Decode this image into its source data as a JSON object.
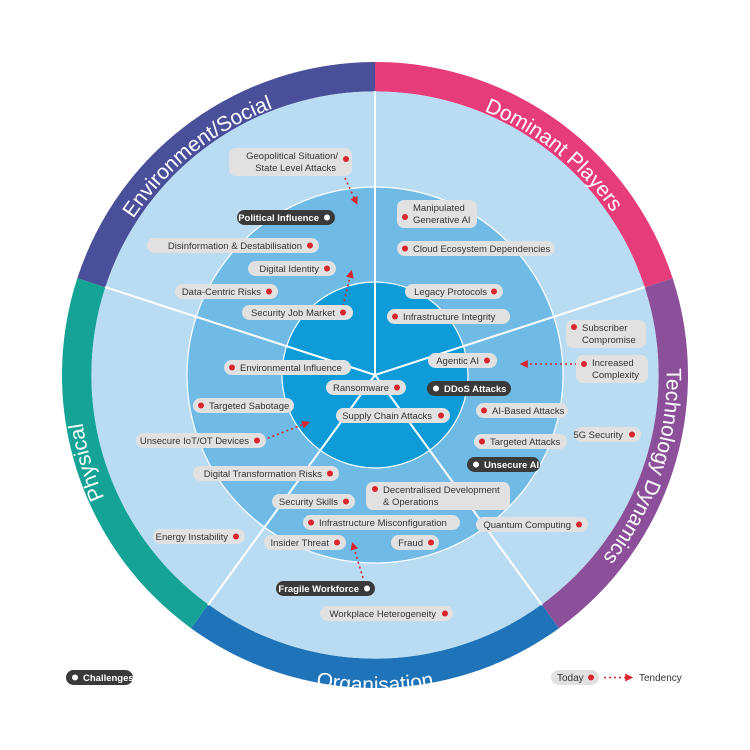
{
  "segments": {
    "environment_social": "Environment/Social",
    "dominant_players": "Dominant Players",
    "technology_dynamics": "Technology Dynamics",
    "organisation": "Organisation",
    "physical": "Physical"
  },
  "colors": {
    "environment_social": "#4a4f9a",
    "dominant_players": "#e63c7a",
    "technology_dynamics": "#8c4f99",
    "organisation": "#1f73b8",
    "physical": "#14a394",
    "ring_outer": "#b9dcf3",
    "ring_middle": "#6fbbe6",
    "ring_inner": "#0e9bd8",
    "pill_light": "#e1e1e1",
    "pill_dark": "#3a3a3a",
    "dot_today": "#d9262e"
  },
  "items": {
    "geopolitical_1": "Geopolitical Situation/",
    "geopolitical_2": "State Level Attacks",
    "political_influence": "Political Influence",
    "disinformation": "Disinformation & Destabilisation",
    "digital_identity": "Digital Identity",
    "data_centric_risks": "Data-Centric Risks",
    "security_job_market": "Security Job Market",
    "manipulated_genai_1": "Manipulated",
    "manipulated_genai_2": "Generative AI",
    "cloud_ecosystem": "Cloud Ecosystem Dependencies",
    "legacy_protocols": "Legacy Protocols",
    "infrastructure_integrity": "Infrastructure Integrity",
    "subscriber_compromise_1": "Subscriber",
    "subscriber_compromise_2": "Compromise",
    "increased_complexity_1": "Increased",
    "increased_complexity_2": "Complexity",
    "agentic_ai": "Agentic AI",
    "ddos_attacks": "DDoS Attacks",
    "ai_based_attacks": "AI-Based Attacks",
    "g5_security": "5G Security",
    "targeted_attacks": "Targeted Attacks",
    "unsecure_ai": "Unsecure AI",
    "environmental_influence": "Environmental Influence",
    "ransomware": "Ransomware",
    "supply_chain_attacks": "Supply Chain Attacks",
    "targeted_sabotage": "Targeted Sabotage",
    "unsecure_iot": "Unsecure IoT/OT Devices",
    "digital_transformation": "Digital Transformation Risks",
    "security_skills": "Security Skills",
    "decentralised_dev_1": "Decentralised Development",
    "decentralised_dev_2": "& Operations",
    "infrastructure_misconfig": "Infrastructure Misconfiguration",
    "quantum_computing": "Quantum Computing",
    "energy_instability": "Energy Instability",
    "insider_threat": "Insider Threat",
    "fraud": "Fraud",
    "fragile_workforce": "Fragile Workforce",
    "workplace_heterogeneity": "Workplace Heterogeneity"
  },
  "legend": {
    "challenges": "Challenges",
    "today": "Today",
    "tendency": "Tendency"
  }
}
